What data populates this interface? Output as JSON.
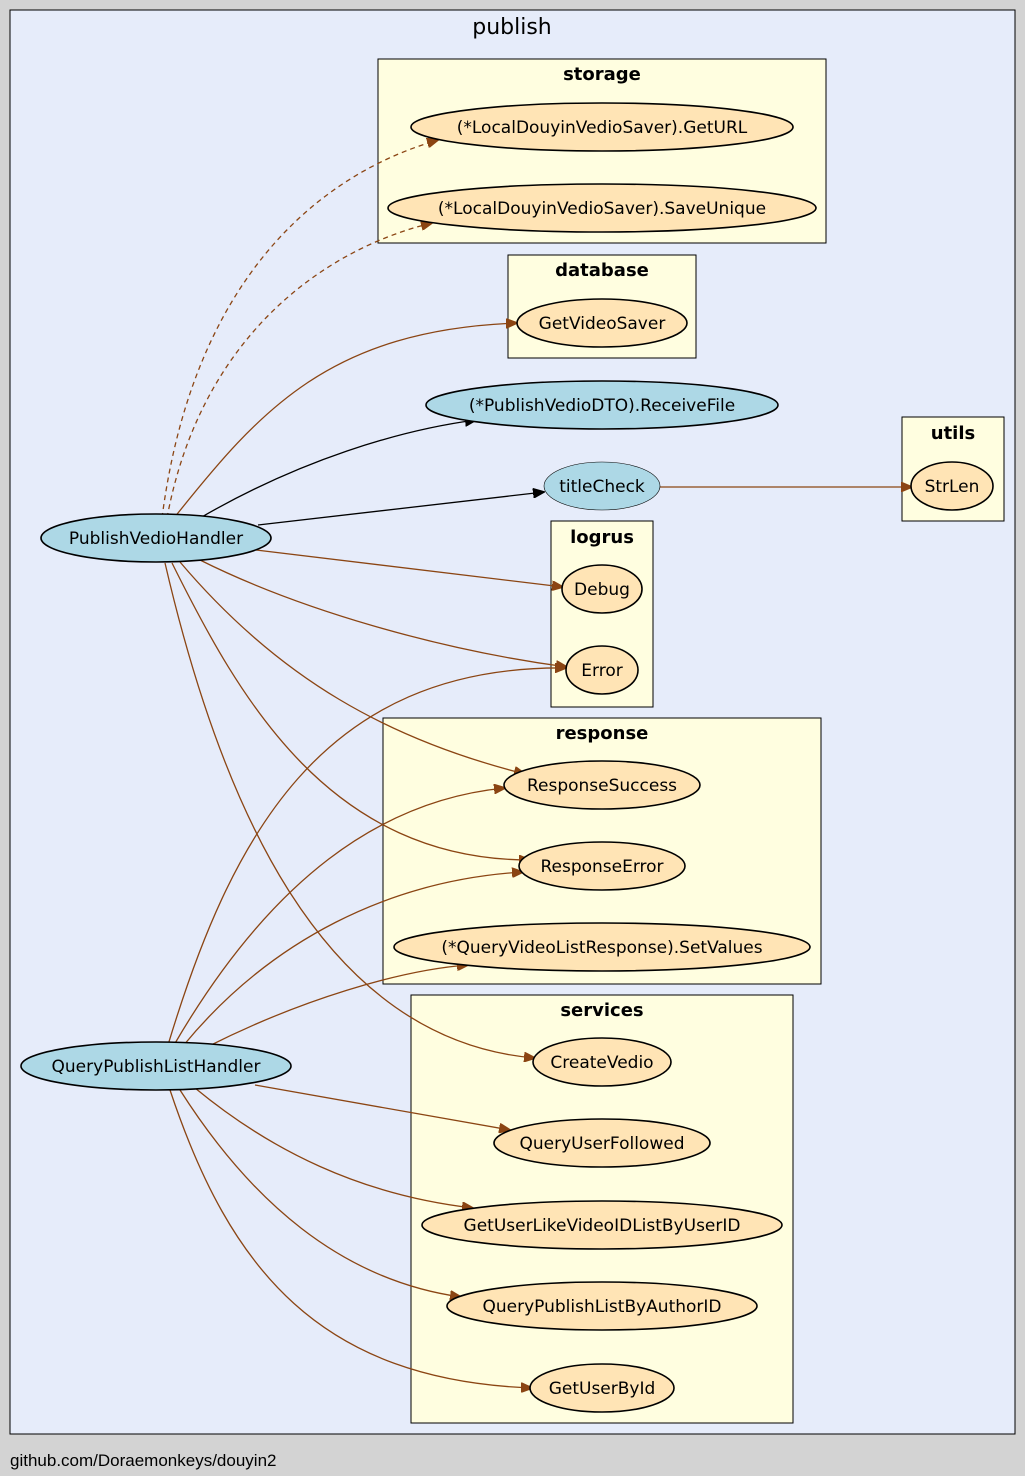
{
  "package": "publish",
  "footer": "github.com/Doraemonkeys/douyin2",
  "colors": {
    "background": "#d3d3d3",
    "package_fill": "#e6ecfa",
    "cluster_fill": "#fffee0",
    "external_node": "#ffe4b5",
    "local_node": "#add8e6",
    "edge_external": "#8b4513",
    "edge_local": "#000000"
  },
  "clusters": {
    "storage": "storage",
    "database": "database",
    "utils": "utils",
    "logrus": "logrus",
    "response": "response",
    "services": "services"
  },
  "nodes": {
    "getURL": "(*LocalDouyinVedioSaver).GetURL",
    "saveUnique": "(*LocalDouyinVedioSaver).SaveUnique",
    "getVideoSaver": "GetVideoSaver",
    "receiveFile": "(*PublishVedioDTO).ReceiveFile",
    "titleCheck": "titleCheck",
    "strLen": "StrLen",
    "publishVedioHandler": "PublishVedioHandler",
    "debug": "Debug",
    "error": "Error",
    "responseSuccess": "ResponseSuccess",
    "responseError": "ResponseError",
    "setValues": "(*QueryVideoListResponse).SetValues",
    "queryPublishListHandler": "QueryPublishListHandler",
    "createVedio": "CreateVedio",
    "queryUserFollowed": "QueryUserFollowed",
    "getUserLikeVideoIDListByUserID": "GetUserLikeVideoIDListByUserID",
    "queryPublishListByAuthorID": "QueryPublishListByAuthorID",
    "getUserById": "GetUserById"
  }
}
